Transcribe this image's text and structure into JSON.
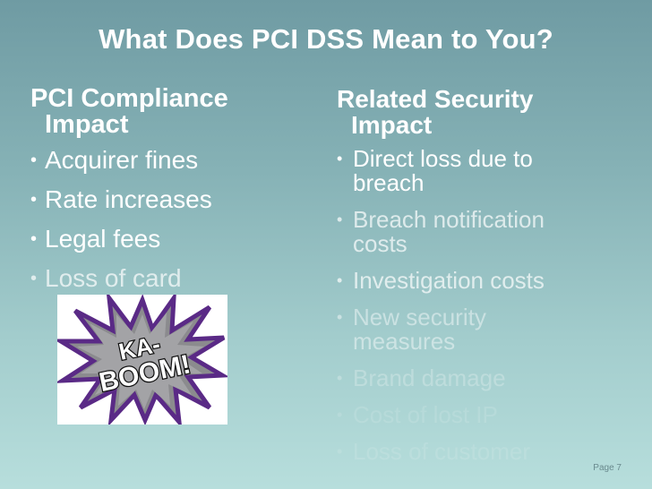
{
  "slide": {
    "title": "What Does PCI DSS Mean to You?",
    "page_number": "Page 7"
  },
  "left_column": {
    "heading_line1": "PCI Compliance",
    "heading_line2": "Impact",
    "items": [
      {
        "text": "Acquirer fines"
      },
      {
        "text": "Rate increases"
      },
      {
        "text": "Legal fees"
      },
      {
        "text": "Loss of card"
      }
    ]
  },
  "right_column": {
    "heading_line1": "Related Security",
    "heading_line2": "Impact",
    "items": [
      {
        "line1": "Direct loss due to",
        "line2": "breach"
      },
      {
        "line1": "Breach notification",
        "line2": "costs"
      },
      {
        "line1": "Investigation costs",
        "line2": ""
      },
      {
        "line1": "New security",
        "line2": "measures"
      },
      {
        "line1": "Brand damage",
        "line2": ""
      },
      {
        "line1": "Cost of lost IP",
        "line2": ""
      },
      {
        "line1": "Loss of customer",
        "line2": ""
      }
    ]
  },
  "image": {
    "text_line1": "KA-",
    "text_line2": "BOOM!"
  }
}
